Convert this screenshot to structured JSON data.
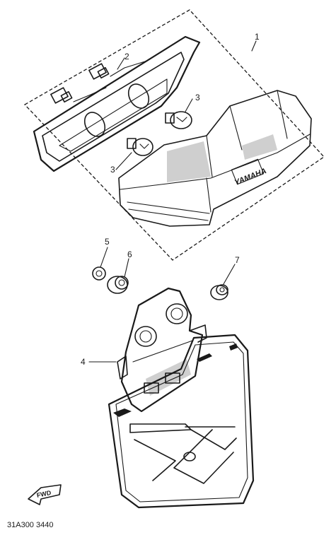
{
  "callouts": {
    "c1": "1",
    "c2": "2",
    "c3a": "3",
    "c3b": "3",
    "c4": "4",
    "c5": "5",
    "c6": "6",
    "c7": "7"
  },
  "lens_brand": "YAMAHA",
  "fwd_label": "FWD",
  "figure_code": "31A300 3440",
  "colors": {
    "ink": "#1a1a1a",
    "paper": "#ffffff",
    "halftone": "#cfcfcf"
  }
}
